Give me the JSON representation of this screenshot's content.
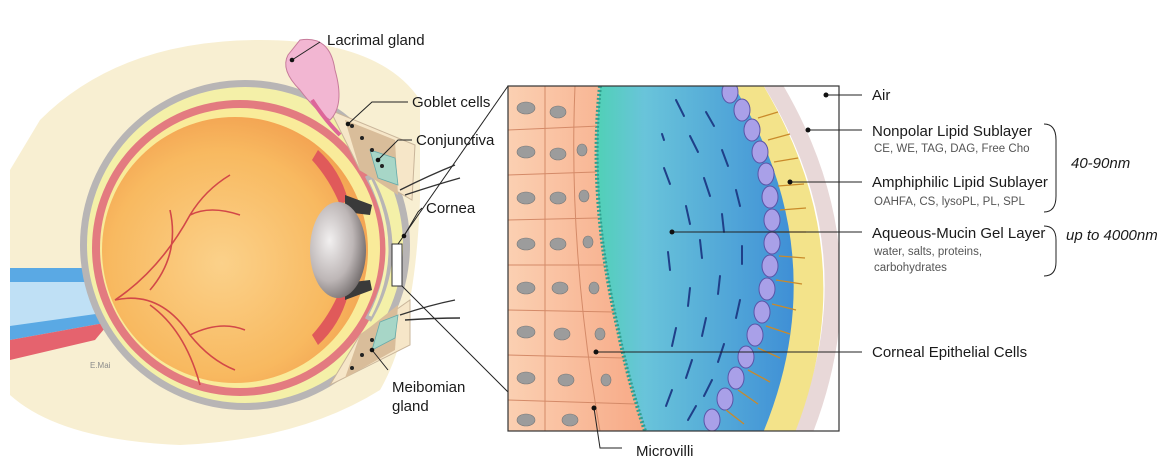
{
  "labels": {
    "lacrimal_gland": "Lacrimal gland",
    "goblet_cells": "Goblet cells",
    "conjunctiva": "Conjunctiva",
    "cornea": "Cornea",
    "meibomian_line1": "Meibomian",
    "meibomian_line2": "gland",
    "microvilli": "Microvilli",
    "air": "Air",
    "nonpolar": "Nonpolar Lipid Sublayer",
    "nonpolar_sub": "CE, WE, TAG, DAG, Free Cho",
    "amphiphilic": "Amphiphilic Lipid Sublayer",
    "amphiphilic_sub": "OAHFA, CS, lysoPL, PL, SPL",
    "aqueous": "Aqueous-Mucin Gel Layer",
    "aqueous_sub_line1": "water, salts, proteins,",
    "aqueous_sub_line2": "carbohydrates",
    "epithelial": "Corneal Epithelial Cells",
    "thickness_lipid": "40-90nm",
    "thickness_aqueous": "up to 4000nm",
    "signature": "E.Mai"
  },
  "colors": {
    "epithelium": "#f6b48f",
    "aqueous": "#5aaee0",
    "mucin": "#4fc8c0",
    "lipid": "#f3e38a",
    "cells": "#a9a0e8",
    "air": "#d9c7c7",
    "sclera": "#f5f0a8",
    "vitreous": "#f7b968",
    "lens": "#b9b4b4",
    "gland": "#f2b6d2"
  }
}
